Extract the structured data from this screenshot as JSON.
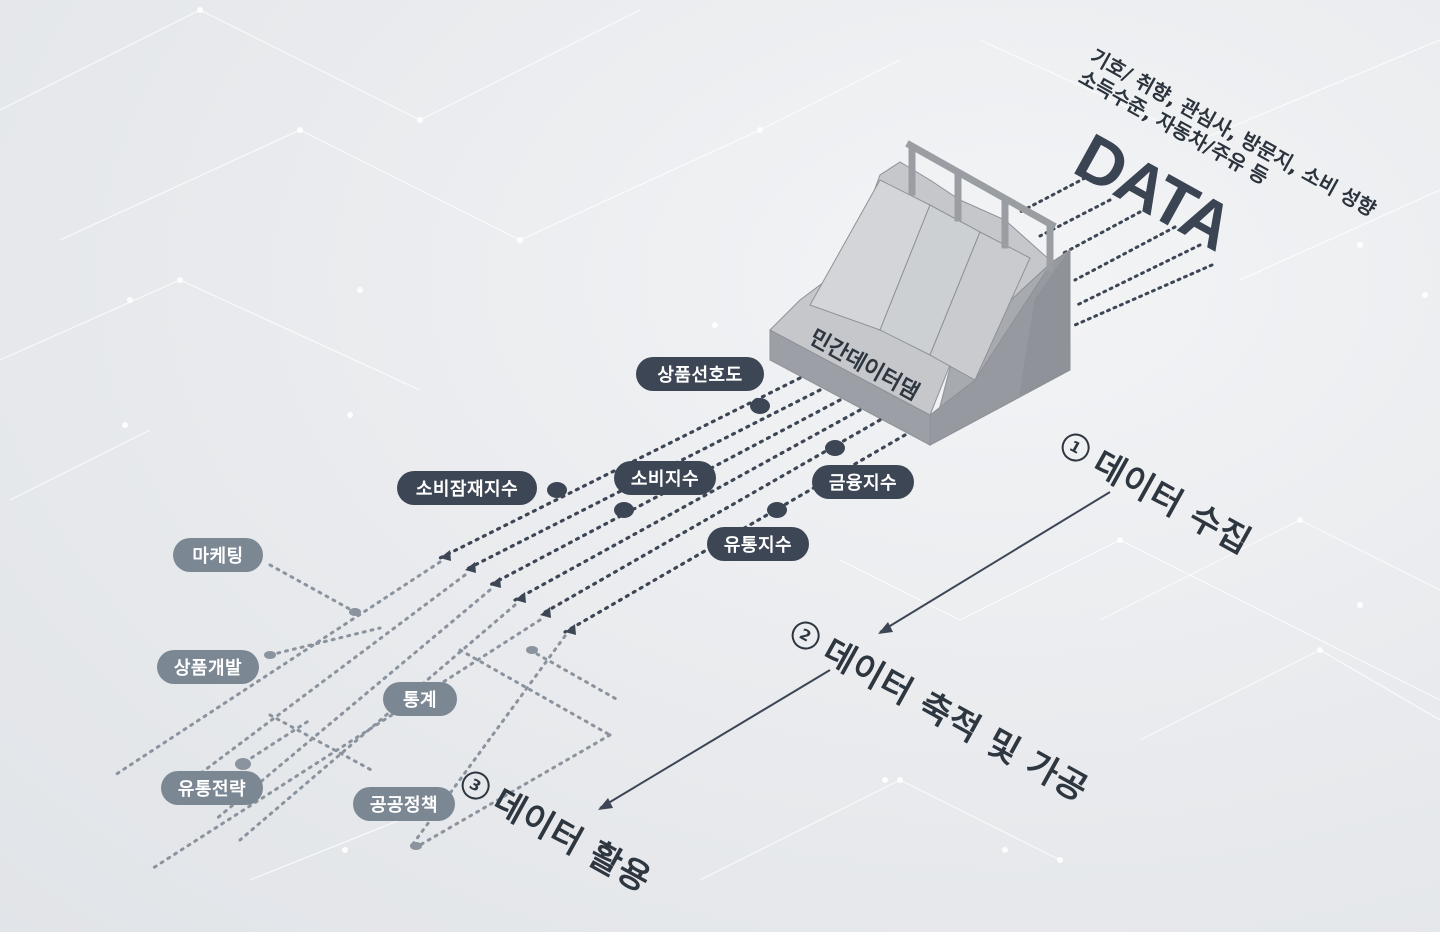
{
  "diagram": {
    "source_label": "민간데이터댐",
    "data_word": "DATA",
    "data_types": [
      "기호/ 취향, 관심사, 방문지, 소비 성향",
      "소득수준, 자동차/주유 등"
    ],
    "steps": [
      {
        "num": "1",
        "label": "데이터 수집"
      },
      {
        "num": "2",
        "label": "데이터 축적 및 가공"
      },
      {
        "num": "3",
        "label": "데이터 활용"
      }
    ],
    "indices": [
      "상품선호도",
      "소비잠재지수",
      "소비지수",
      "금융지수",
      "유통지수"
    ],
    "uses": [
      "마케팅",
      "상품개발",
      "통계",
      "유통전략",
      "공공정책"
    ]
  },
  "colors": {
    "dark_pill": "#3d4654",
    "light_pill": "#7c8794",
    "dots_dark": "#3d4654",
    "dots_light": "#8a939e",
    "dam": "#b9bcc0"
  }
}
